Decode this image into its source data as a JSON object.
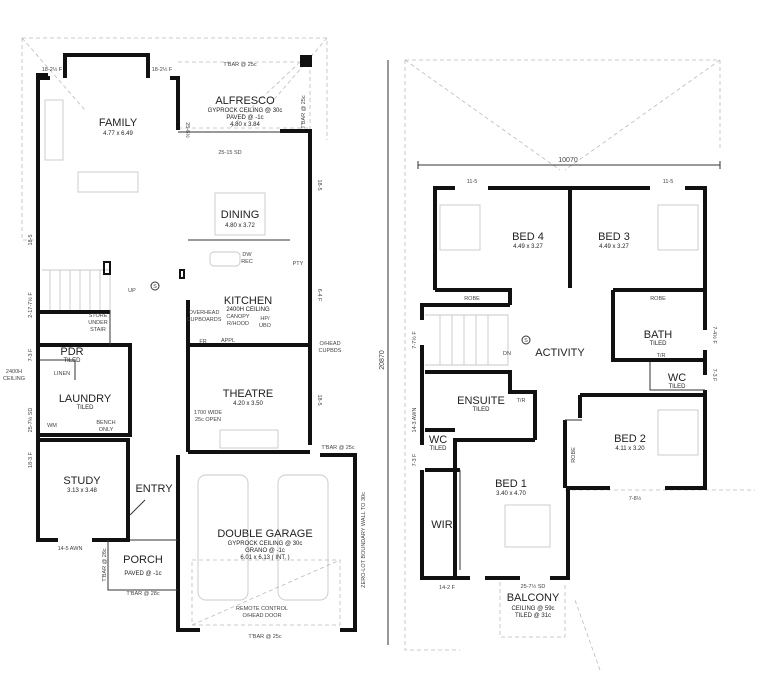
{
  "ground_floor": {
    "rooms": {
      "family": {
        "name": "FAMILY",
        "size": "4.77 x 6.49"
      },
      "alfresco": {
        "name": "ALFRESCO",
        "line1": "GYPROCK CEILING @ 30c",
        "line2": "PAVED @ -1c",
        "size": "4.80 x 3.84"
      },
      "dining": {
        "name": "DINING",
        "size": "4.80 x 3.72"
      },
      "kitchen": {
        "name": "KITCHEN",
        "line1": "2400H CEILING"
      },
      "pdr": {
        "name": "PDR",
        "line1": "TILED"
      },
      "laundry": {
        "name": "LAUNDRY",
        "line1": "TILED"
      },
      "theatre": {
        "name": "THEATRE",
        "size": "4.20 x 3.50"
      },
      "study": {
        "name": "STUDY",
        "size": "3.13 x 3.48"
      },
      "entry": {
        "name": "ENTRY"
      },
      "porch": {
        "name": "PORCH",
        "line1": "PAVED @ -1c"
      },
      "garage": {
        "name": "DOUBLE GARAGE",
        "line1": "GYPROCK CEILING @ 30c",
        "line2": "GRANO @ -1c",
        "size": "6.01 x 6.13 ( INT. )"
      }
    },
    "notes": {
      "tbar_top": "T'BAR @ 25c",
      "tbar_right": "T'BAR @ 25c",
      "win_family_l": "18-2½ F",
      "win_family_r": "18-2½ F",
      "win_family_side": "25-6½",
      "slider": "25-15 SD",
      "win_dining": "18-5",
      "win_left": "18-5",
      "win_stair": "2-17-7½ F",
      "up": "UP",
      "s_mark": "S",
      "store1": "STORE",
      "store2": "UNDER",
      "store3": "STAIR",
      "pty": "PTY",
      "dw": "DW",
      "rec": "REC",
      "overhead1": "OVERHEAD",
      "overhead2": "CUPBOARDS",
      "canopy1": "CANOPY",
      "canopy2": "R/HOOD",
      "hpl1": "HP/",
      "hpl2": "UBO",
      "fr": "FR",
      "appl": "APPL",
      "ohead1": "O/HEAD",
      "ohead2": "CUPBDS",
      "win_kitchen": "6-4 F",
      "win_pdr": "7-3 F",
      "ceiling1": "2400H",
      "ceiling2": "CEILING",
      "linen": "LINEN",
      "wm": "WM",
      "bench1": "BENCH",
      "bench2": "ONLY",
      "win_laundry": "25-7½ SD",
      "win_theatre": "18-5",
      "open1": "1700 WIDE",
      "open2": "25c OPEN",
      "win_study": "18-3 F",
      "tbar_garage": "T'BAR @ 25c",
      "boundary": "ZERO-LOT BOUNDARY WALL TO 30c",
      "awn_study": "14-5 AWN",
      "tbar_porch_v": "T'BAR @ 28c",
      "tbar_porch": "T'BAR @ 28c",
      "remote1": "REMOTE CONTROL",
      "remote2": "O/HEAD DOOR",
      "tbar_bottom": "T'BAR @ 25c"
    }
  },
  "upper_floor": {
    "dim_width": "10070",
    "dim_depth": "20870",
    "rooms": {
      "bed4": {
        "name": "BED 4",
        "size": "4.49 x 3.27"
      },
      "bed3": {
        "name": "BED 3",
        "size": "4.49 x 3.27"
      },
      "activity": {
        "name": "ACTIVITY"
      },
      "bath": {
        "name": "BATH",
        "line1": "TILED"
      },
      "wc_r": {
        "name": "WC",
        "line1": "TILED"
      },
      "ensuite": {
        "name": "ENSUITE",
        "line1": "TILED"
      },
      "wc_l": {
        "name": "WC",
        "line1": "TILED"
      },
      "bed2": {
        "name": "BED 2",
        "size": "4.11 x 3.20"
      },
      "bed1": {
        "name": "BED 1",
        "size": "3.40 x 4.70"
      },
      "wir": {
        "name": "WIR"
      },
      "balcony": {
        "name": "BALCONY",
        "line1": "CEILING @ 59c",
        "line2": "TILED @ 31c"
      }
    },
    "notes": {
      "win_bed4": "11-5",
      "win_bed3": "11-5",
      "robe_l": "ROBE",
      "robe_r": "ROBE",
      "robe_bed2": "ROBE",
      "win_stair": "7-7½ F",
      "win_bath": "7-4½ F",
      "win_wc": "7-3 F",
      "dn": "DN",
      "s_mark": "S",
      "tr_bath": "T/R",
      "tr_ens": "T/R",
      "win_ens": "14-3 AWN",
      "win_wc_l": "7-3 F",
      "win_bed2": "7-8½",
      "win_wir": "14-2 F",
      "slider_bal": "25-7½ SD"
    }
  }
}
